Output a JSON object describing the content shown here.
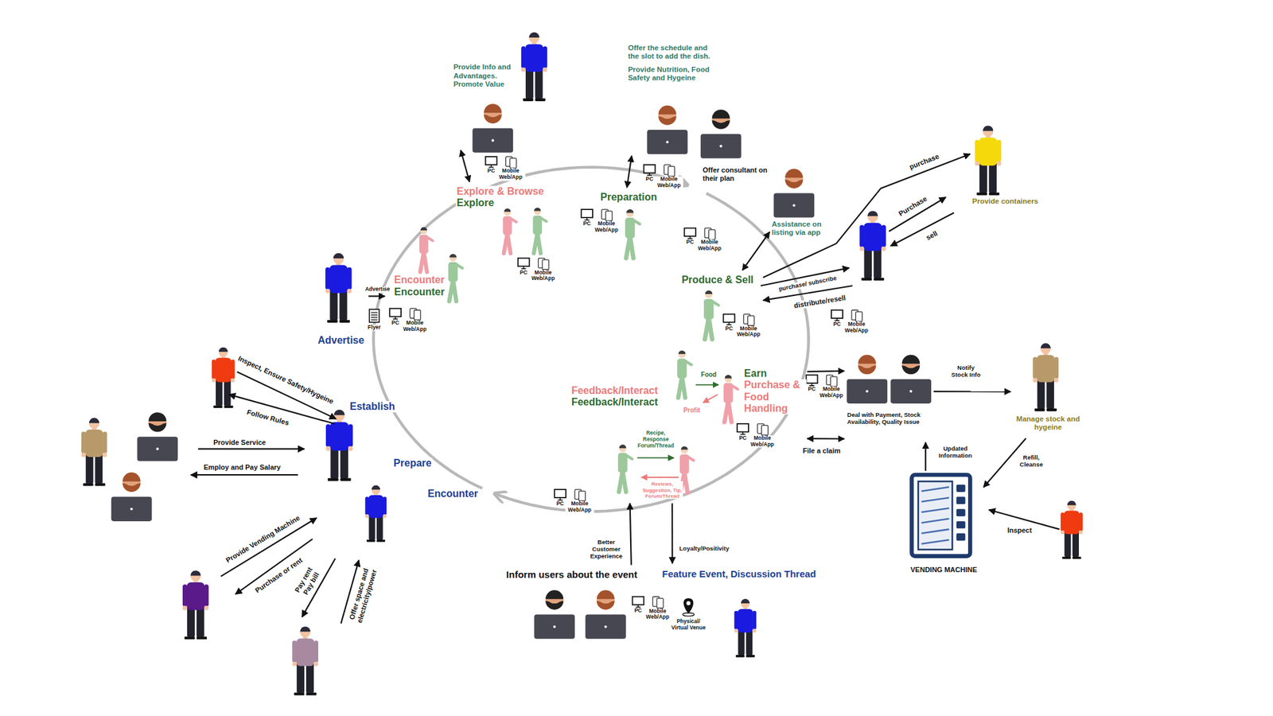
{
  "diagram": {
    "nodes": [
      {
        "text": [
          "Advertise"
        ]
      },
      {
        "text": [
          "Encounter",
          "Encounter"
        ]
      },
      {
        "text": [
          "Explore & Browse",
          "Explore"
        ]
      },
      {
        "text": [
          "Preparation"
        ]
      },
      {
        "text": [
          "Produce & Sell"
        ]
      },
      {
        "text": [
          "Earn",
          "Purchase & Food Handling"
        ]
      },
      {
        "text": [
          "Feedback/Interact",
          "Feedback/Interact"
        ]
      },
      {
        "text": [
          "Provide Info and Advantages. Promote Value"
        ]
      },
      {
        "text": [
          "Offer the schedule and the slot to add the dish.",
          "Provide Nutrition, Food Safety and Hygeine"
        ]
      },
      {
        "text": [
          "Offer consultant on their plan"
        ]
      },
      {
        "text": [
          "Assistance on listing via app"
        ]
      },
      {
        "text": [
          "Provide containers"
        ]
      },
      {
        "text": [
          "Deal with Payment, Stock Availability, Quality Issue"
        ]
      },
      {
        "text": [
          "Manage stock and hygeine"
        ]
      },
      {
        "text": [
          "VENDING MACHINE"
        ]
      },
      {
        "text": [
          "Inform users about the event"
        ]
      },
      {
        "text": [
          "Feature Event, Discussion Thread"
        ]
      }
    ],
    "edges": [
      {
        "from": 0,
        "to": 1,
        "arrow": "to",
        "label": "Advertise"
      },
      {
        "from": 7,
        "to": 2,
        "arrow": "both"
      },
      {
        "from": 8,
        "to": 3,
        "arrow": "both"
      },
      {
        "from": 10,
        "to": 4,
        "arrow": "both"
      },
      {
        "from": 4,
        "to": 11,
        "arrow": "to",
        "label": "purchase"
      },
      {
        "from": 5,
        "to": 12,
        "arrow": "to"
      },
      {
        "from": 5,
        "to": 12,
        "arrow": "both",
        "label": "File a claim"
      },
      {
        "from": 12,
        "to": 13,
        "arrow": "to",
        "label": "Notify Stock Info"
      },
      {
        "from": 14,
        "to": 12,
        "arrow": "to",
        "label": "Updated Information"
      },
      {
        "from": 13,
        "to": 14,
        "arrow": "to",
        "label": "Refill, Cleanse"
      },
      {
        "from": 15,
        "to": 6,
        "arrow": "to",
        "label": "Better Customer Experience"
      },
      {
        "from": 6,
        "to": 16,
        "arrow": "to",
        "label": "Loyalty/Positivity"
      }
    ],
    "labels": [
      "Flyer",
      "Establish",
      "Prepare",
      "Encounter",
      "Inspect, Ensure Safety/Hygeine",
      "Follow Rules",
      "Provide Service",
      "Employ and Pay Salary",
      "Provide Vending Machine",
      "Purchase or rent",
      "Pay rent",
      "Pay bill",
      "Offer space and electricity/power",
      "Food",
      "Profit",
      "Recipe, Response Forum/Thread",
      "Reviews, Suggestion, Tip, Forum/Thread",
      "Physical/ Virtual Venue",
      "purchase/ subscribe",
      "Purchase",
      "sell",
      "distribute/resell",
      "Inspect",
      "PC",
      "Mobile Web/App",
      "PC",
      "Mobile Web/App",
      "PC",
      "Mobile Web/App",
      "PC",
      "Mobile Web/App",
      "PC",
      "Mobile Web/App",
      "PC",
      "Mobile Web/App",
      "PC",
      "Mobile Web/App",
      "PC",
      "Mobile Web/App",
      "PC",
      "Mobile Web/App",
      "PC",
      "Mobile Web/App",
      "PC",
      "Mobile Web/App",
      "PC",
      "Mobile Web/App"
    ]
  }
}
